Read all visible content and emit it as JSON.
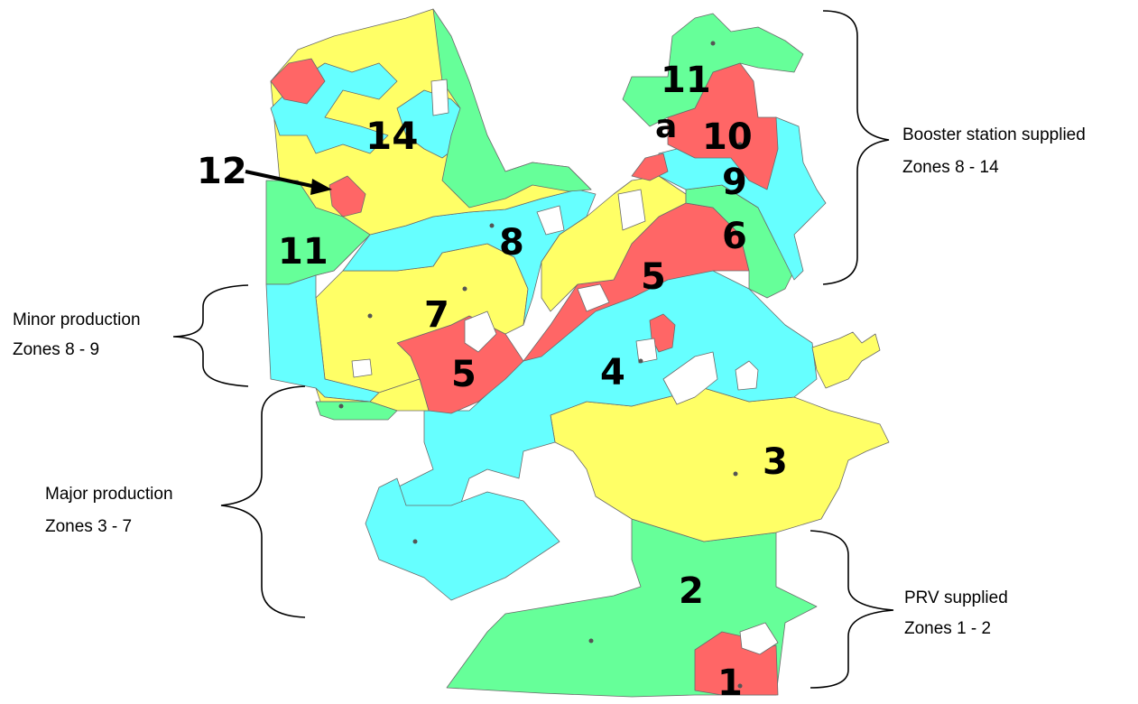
{
  "colors": {
    "green": "#66ff99",
    "cyan": "#66ffff",
    "yellow": "#ffff66",
    "red": "#ff6666",
    "white": "#ffffff"
  },
  "zone_labels": {
    "z1": "1",
    "z2": "2",
    "z3": "3",
    "z4": "4",
    "z5_east": "5",
    "z5_west": "5",
    "z6": "6",
    "z7": "7",
    "z8": "8",
    "z9": "9",
    "z10": "10",
    "z11_north": "11",
    "z11_west": "11",
    "z12": "12",
    "z14": "14",
    "za": "a"
  },
  "annotations": {
    "booster": {
      "line1": "Booster station supplied",
      "line2": "Zones 8 - 14"
    },
    "minor": {
      "line1": "Minor production",
      "line2": "Zones 8 - 9"
    },
    "major": {
      "line1": "Major production",
      "line2": "Zones 3 - 7"
    },
    "prv": {
      "line1": "PRV supplied",
      "line2": "Zones 1 - 2"
    }
  }
}
